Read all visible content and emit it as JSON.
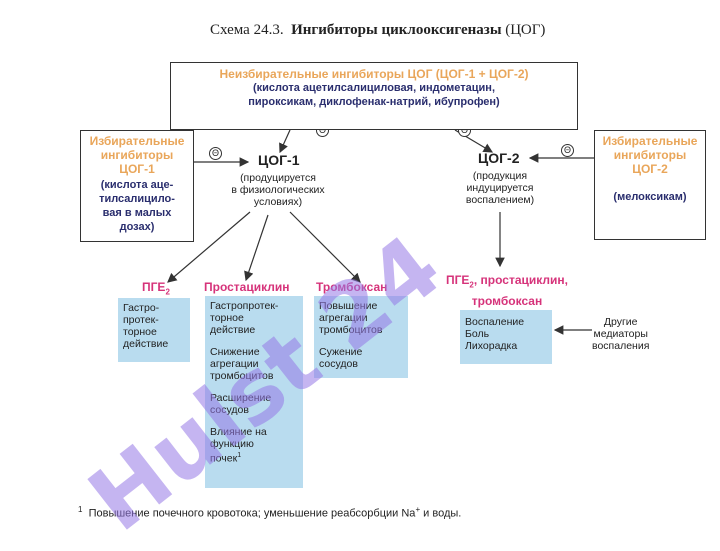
{
  "title": {
    "prefix": "Схема 24.3.",
    "main": "Ингибиторы циклооксигеназы",
    "suffix": "(ЦОГ)"
  },
  "nonselective": {
    "heading": "Неизбирательные ингибиторы ЦОГ (ЦОГ-1 + ЦОГ-2)",
    "line1": "(кислота ацетилсалициловая, индометацин,",
    "line2": "пироксикам, диклофенак-натрий, ибупрофен)"
  },
  "selective1": {
    "heading": [
      "Избирательные",
      "ингибиторы",
      "ЦОГ-1"
    ],
    "detail": [
      "(кислота аце-",
      "тилсалицило-",
      "вая в малых",
      "дозах)"
    ]
  },
  "selective2": {
    "heading": [
      "Избирательные",
      "ингибиторы",
      "ЦОГ-2"
    ],
    "detail": "(мелоксикам)"
  },
  "cog1": {
    "label": "ЦОГ-1",
    "note": [
      "(продуцируется",
      "в физиологических",
      "условиях)"
    ]
  },
  "cog2": {
    "label": "ЦОГ-2",
    "note": [
      "(продукция",
      "индуцируется",
      "воспалением)"
    ]
  },
  "minus_sign": "Θ",
  "products": {
    "pge2": {
      "label": "ПГЕ",
      "sub": "2",
      "effects": [
        "Гастро-",
        "протек-",
        "торное",
        "действие"
      ]
    },
    "prostacyclin": {
      "label": "Простациклин",
      "effects": [
        "Гастропротек-",
        "торное",
        "действие",
        "",
        "Снижение",
        "агрегации",
        "тромбоцитов",
        "",
        "Расширение",
        "сосудов",
        "",
        "Влияние на",
        "функцию",
        "почек"
      ],
      "footnote_mark": "1"
    },
    "thromboxane": {
      "label": "Тромбоксан",
      "effects": [
        "Повышение",
        "агрегации",
        "тромбоцитов",
        "",
        "Сужение",
        "сосудов"
      ]
    },
    "cog2_products": {
      "label_a": "ПГЕ",
      "sub": "2",
      "label_b": ", простациклин,",
      "label_c": "тромбоксан",
      "effects": [
        "Воспаление",
        "Боль",
        "Лихорадка"
      ]
    }
  },
  "other_mediators": [
    "Другие",
    "медиаторы",
    "воспаления"
  ],
  "footnote": {
    "mark": "1",
    "text": "Повышение почечного кровотока;  уменьшение реабсорбции Na",
    "sup": "+",
    "tail": " и воды."
  },
  "watermark": "Hulst 24"
}
